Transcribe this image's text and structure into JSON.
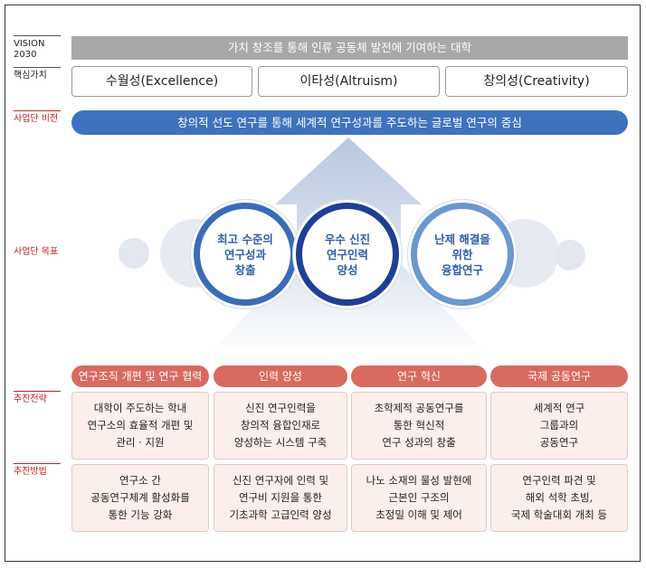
{
  "labels": {
    "vision": "VISION\n2030",
    "core_values": "핵심가치",
    "group_vision": "사업단 비전",
    "group_goals": "사업단 목표",
    "strategy": "추진전략",
    "method": "추진방법"
  },
  "vision_2030": "가치 창조를 통해 인류 공동체 발전에 기여하는 대학",
  "core_values": [
    "수월성(Excellence)",
    "이타성(Altruism)",
    "창의성(Creativity)"
  ],
  "group_vision": "창의적 선도 연구를 통해 세계적 연구성과를 주도하는 글로벌 연구의 중심",
  "goals": [
    "최고 수준의\n연구성과\n창출",
    "우수 신진\n연구인력\n양성",
    "난제 해결을\n위한\n융합연구"
  ],
  "columns": [
    {
      "header": "연구조직 개편 및 연구 협력",
      "strategy": "대학이 주도하는 학내\n연구소의 효율적 개편 및\n관리 · 지원",
      "method": "연구소 간\n공동연구체계 활성화를\n통한 기능 강화"
    },
    {
      "header": "인력 양성",
      "strategy": "신진 연구인력을\n창의적 융합인재로\n양성하는 시스템 구축",
      "method": "신진 연구자에 인력 및\n연구비 지원을 통한\n기초과학 고급인력 양성"
    },
    {
      "header": "연구 혁신",
      "strategy": "초학제적 공동연구를\n통한 혁신적\n연구 성과의 창출",
      "method": "나노 소재의 물성 발현에\n근본인 구조의\n초정밀 이해 및 제어"
    },
    {
      "header": "국제 공동연구",
      "strategy": "세계적 연구\n그룹과의\n공동연구",
      "method": "연구인력 파견 및\n해외 석학 초빙,\n국제 학술대회 개최 등"
    }
  ],
  "colors": {
    "gray_bar": "#a8a8a8",
    "blue": "#3f72bd",
    "red_header": "#d96a5f",
    "cell_bg": "#fbeeeb",
    "label_red": "#c0202a"
  }
}
